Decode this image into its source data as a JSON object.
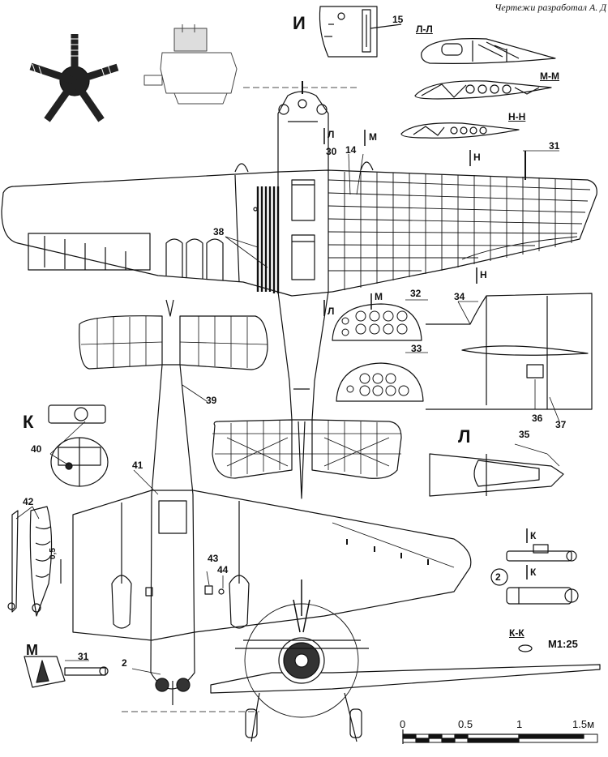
{
  "credit": "Чертежи разработал А. Д",
  "views": {
    "section_I": "И",
    "view_K": "К",
    "view_L": "Л",
    "view_M": "М"
  },
  "sections": {
    "LL": "Л-Л",
    "MM": "М-М",
    "NN": "Н-Н",
    "KK": "К-К"
  },
  "cut_marks": {
    "L_top": "Л",
    "L_bottom": "Л",
    "M_top": "М",
    "M_bottom": "М",
    "N_top": "Н",
    "N_bottom": "Н",
    "K_top": "К",
    "K_bottom": "К"
  },
  "callouts": {
    "c15": "15",
    "c31a": "31",
    "c30": "30",
    "c14": "14",
    "c38": "38",
    "c32": "32",
    "c33": "33",
    "c34": "34",
    "c39": "39",
    "c36": "36",
    "c37": "37",
    "c35": "35",
    "c40": "40",
    "c41": "41",
    "c42": "42",
    "c43": "43",
    "c44": "44",
    "c2a": "2",
    "c2b": "2",
    "c31b": "31"
  },
  "dimension": "0,5",
  "scale_ratio": "М1:25",
  "scale_bar": {
    "labels": [
      "0",
      "0.5",
      "1",
      "1.5м"
    ]
  }
}
